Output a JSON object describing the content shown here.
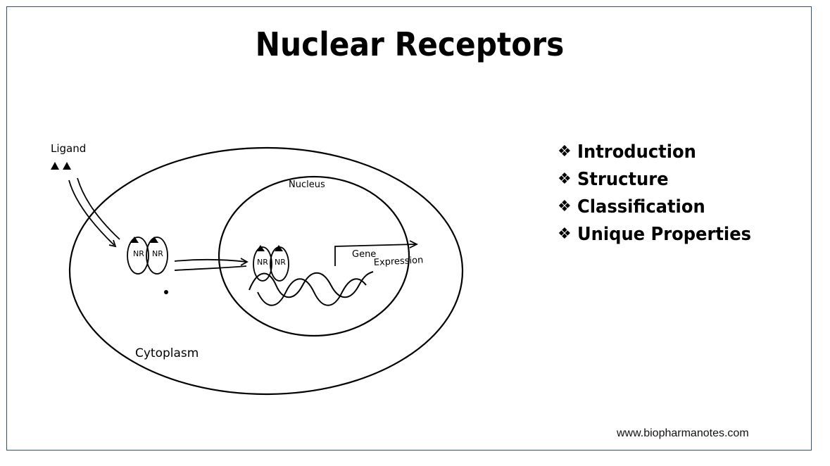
{
  "slide": {
    "title": "Nuclear Receptors",
    "bullet_icon": "diamond-cluster-icon",
    "bullets": [
      {
        "label": "Introduction"
      },
      {
        "label": "Structure"
      },
      {
        "label": "Classification"
      },
      {
        "label": "Unique Properties"
      }
    ],
    "footer": "www.biopharmanotes.com"
  },
  "diagram": {
    "ligand_label": "Ligand",
    "nucleus_label": "Nucleus",
    "cytoplasm_label": "Cytoplasm",
    "receptor_label": "NR",
    "gene_label": "Gene",
    "expression_label": "Expression"
  },
  "colors": {
    "border": "#2f4f7f",
    "ink": "#000000",
    "background": "#ffffff"
  }
}
